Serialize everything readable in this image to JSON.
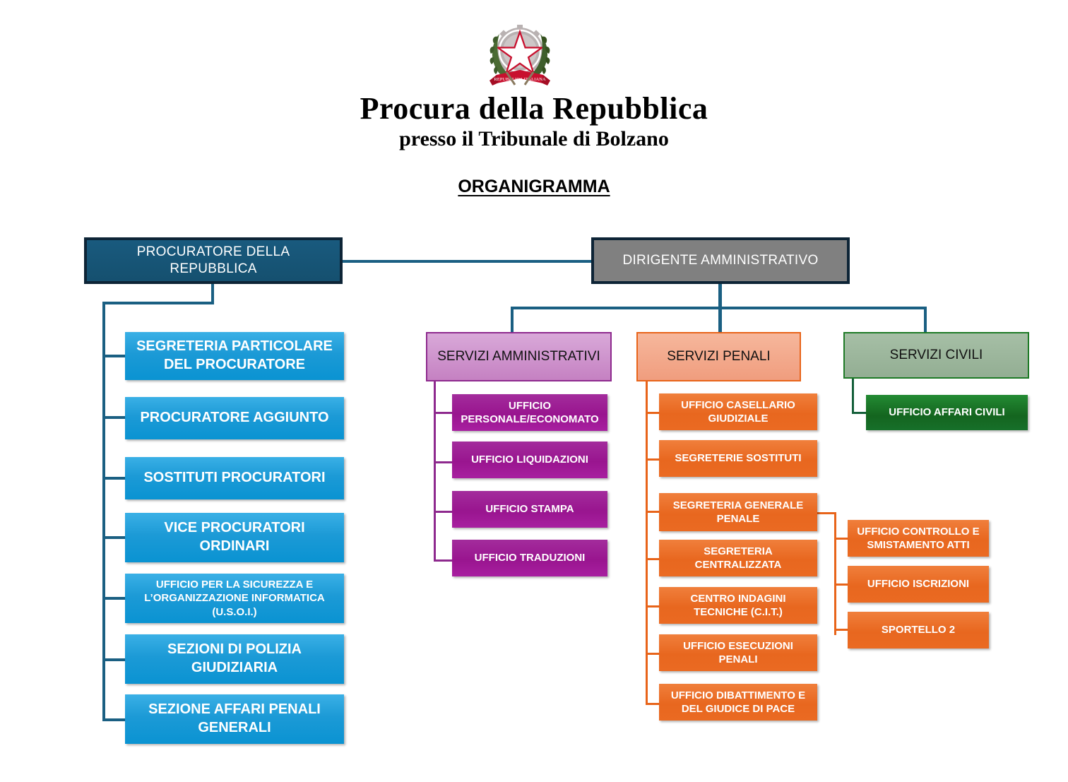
{
  "header": {
    "emblem": "italian-republic-emblem",
    "title": "Procura della Repubblica",
    "subtitle": "presso il Tribunale di Bolzano",
    "chart_heading": "ORGANIGRAMMA"
  },
  "colors": {
    "procuratore": "#1a5276",
    "dirigente": "#808080",
    "blue_children": "#0a93d2",
    "servizi_amministrativi": "#c581c2",
    "uffici_amministrativi": "#99158f",
    "servizi_penali": "#f09d7e",
    "uffici_penali": "#e8671f",
    "servizi_civili": "#93ae93",
    "ufficio_civili": "#14651f",
    "connector_navy": "#1a5f82"
  },
  "org": {
    "procuratore": {
      "label": "PROCURATORE DELLA REPUBBLICA"
    },
    "dirigente": {
      "label": "DIRIGENTE AMMINISTRATIVO"
    },
    "procuratore_children": [
      {
        "line1": "SEGRETERIA PARTICOLARE",
        "line2": "DEL PROCURATORE"
      },
      {
        "line1": "PROCURATORE AGGIUNTO",
        "line2": ""
      },
      {
        "line1": "SOSTITUTI PROCURATORI",
        "line2": ""
      },
      {
        "line1": "VICE PROCURATORI",
        "line2": "ORDINARI"
      },
      {
        "line1": "UFFICIO PER LA SICUREZZA E",
        "line2": "L’ORGANIZZAZIONE INFORMATICA",
        "line3": "(U.S.O.I.)"
      },
      {
        "line1": "SEZIONI DI POLIZIA",
        "line2": "GIUDIZIARIA"
      },
      {
        "line1": "SEZIONE AFFARI PENALI",
        "line2": "GENERALI"
      }
    ],
    "servizi_amministrativi": {
      "label": "SERVIZI AMMINISTRATIVI",
      "children": [
        {
          "line1": "UFFICIO",
          "line2": "PERSONALE/ECONOMATO"
        },
        {
          "line1": "UFFICIO LIQUIDAZIONI",
          "line2": ""
        },
        {
          "line1": "UFFICIO STAMPA",
          "line2": ""
        },
        {
          "line1": "UFFICIO TRADUZIONI",
          "line2": ""
        }
      ]
    },
    "servizi_penali": {
      "label": "SERVIZI PENALI",
      "children": [
        {
          "line1": "UFFICIO CASELLARIO",
          "line2": "GIUDIZIALE"
        },
        {
          "line1": "SEGRETERIE SOSTITUTI",
          "line2": ""
        },
        {
          "line1": "SEGRETERIA GENERALE",
          "line2": "PENALE"
        },
        {
          "line1": "SEGRETERIA",
          "line2": "CENTRALIZZATA"
        },
        {
          "line1": "CENTRO INDAGINI",
          "line2": "TECNICHE (C.I.T.)"
        },
        {
          "line1": "UFFICIO ESECUZIONI",
          "line2": "PENALI"
        },
        {
          "line1": "UFFICIO DIBATTIMENTO E",
          "line2": "DEL GIUDICE DI PACE"
        }
      ],
      "segreteria_generale_children": [
        {
          "line1": "UFFICIO CONTROLLO E",
          "line2": "SMISTAMENTO ATTI"
        },
        {
          "line1": "UFFICIO ISCRIZIONI",
          "line2": ""
        },
        {
          "line1": "SPORTELLO 2",
          "line2": ""
        }
      ]
    },
    "servizi_civili": {
      "label": "SERVIZI CIVILI",
      "children": [
        {
          "line1": "UFFICIO AFFARI CIVILI",
          "line2": ""
        }
      ]
    }
  }
}
